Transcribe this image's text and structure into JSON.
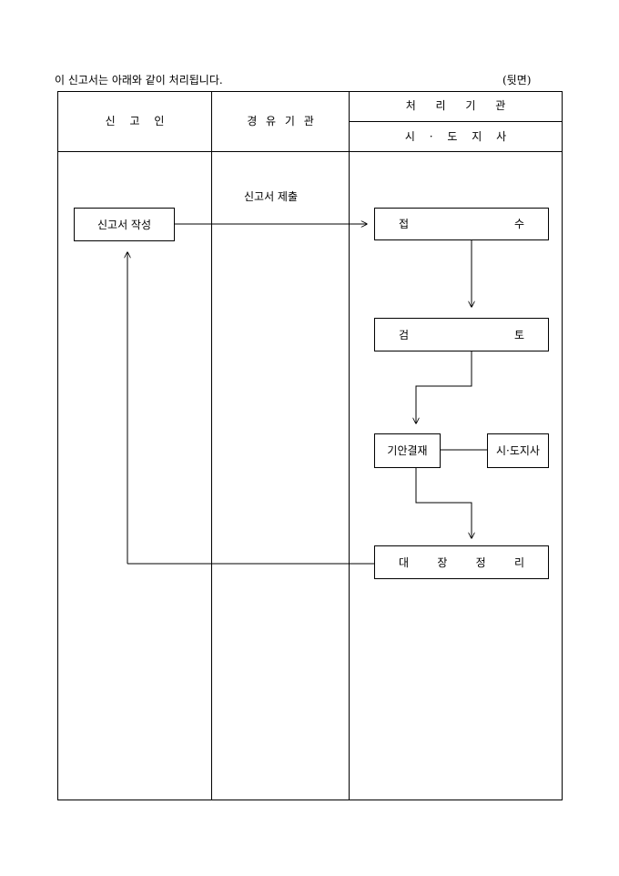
{
  "notice": "이 신고서는 아래와 같이 처리됩니다.",
  "page_side": "(뒷면)",
  "headers": {
    "applicant": "신 고 인",
    "intermediary": "경 유 기 관",
    "processing": "처 리 기 관",
    "authority": "시 · 도 지 사"
  },
  "flow": {
    "submit_label": "신고서 제출",
    "write": "신고서 작성",
    "receipt": [
      "접",
      "수"
    ],
    "review": [
      "검",
      "토"
    ],
    "draft_approval": "기안결재",
    "governor": "시·도지사",
    "ledger": [
      "대",
      "장",
      "정",
      "리"
    ]
  }
}
